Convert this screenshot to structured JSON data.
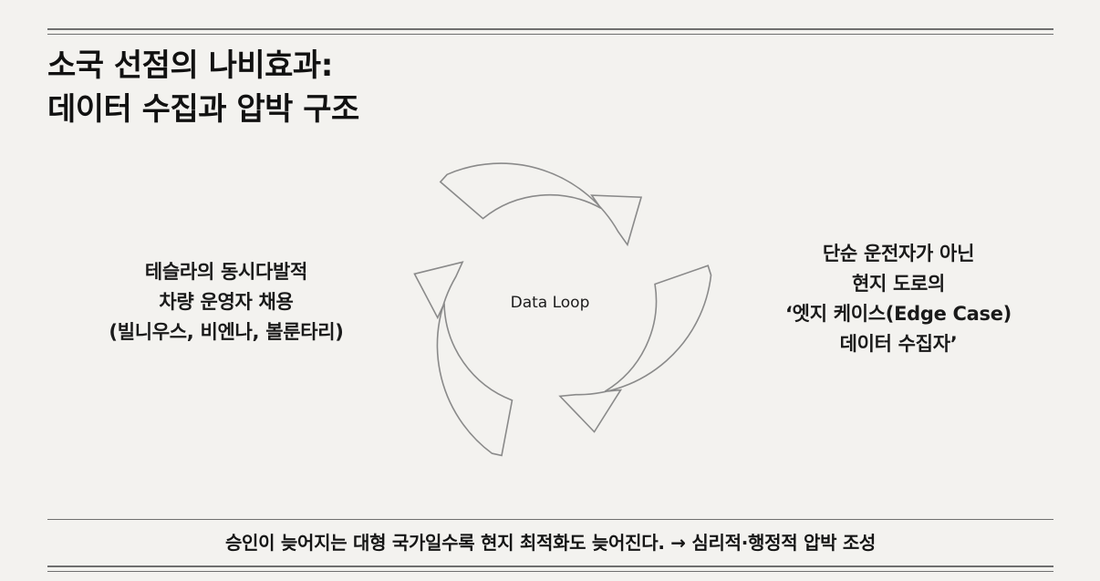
{
  "title": {
    "line1": "소국 선점의 나비효과:",
    "line2": "데이터 수집과 압박 구조"
  },
  "diagram": {
    "center_label": "Data Loop",
    "left_text": [
      "테슬라의 동시다발적",
      "차량 운영자 채용",
      "(빌니우스, 비엔나, 볼룬타리)"
    ],
    "right_text": [
      "단순 운전자가 아닌",
      "현지 도로의",
      "‘엣지 케이스(Edge Case)",
      "데이터 수집자’"
    ],
    "arrow_icon": "circular-arrow-loop-icon",
    "stroke_color": "#8a8a8a"
  },
  "footer": {
    "text": "승인이 늦어지는 대형 국가일수록 현지 최적화도 늦어진다. → 심리적·행정적 압박 조성"
  }
}
